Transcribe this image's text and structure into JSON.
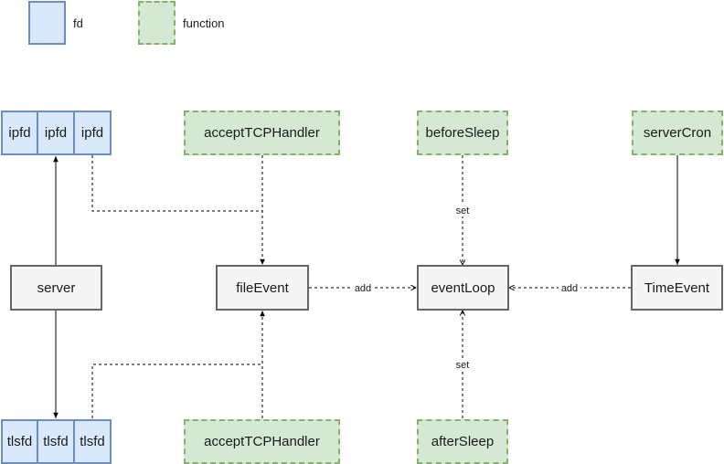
{
  "legend": {
    "fd_label": "fd",
    "function_label": "function"
  },
  "nodes": {
    "ipfd_1": "ipfd",
    "ipfd_2": "ipfd",
    "ipfd_3": "ipfd",
    "tlsfd_1": "tlsfd",
    "tlsfd_2": "tlsfd",
    "tlsfd_3": "tlsfd",
    "accept_tcp_handler_top": "acceptTCPHandler",
    "accept_tcp_handler_bottom": "acceptTCPHandler",
    "before_sleep": "beforeSleep",
    "after_sleep": "afterSleep",
    "server_cron": "serverCron",
    "server": "server",
    "file_event": "fileEvent",
    "event_loop": "eventLoop",
    "time_event": "TimeEvent"
  },
  "edge_labels": {
    "file_event_to_event_loop": "add",
    "time_event_to_event_loop": "add",
    "before_sleep_to_event_loop": "set",
    "after_sleep_to_event_loop": "set"
  },
  "colors": {
    "fd_fill": "#dae8fc",
    "fd_stroke": "#6c8ebf",
    "function_fill": "#d5e8d4",
    "function_stroke": "#82b366",
    "plain_fill": "#f5f5f5",
    "plain_stroke": "#666666",
    "edge": "#000000"
  }
}
